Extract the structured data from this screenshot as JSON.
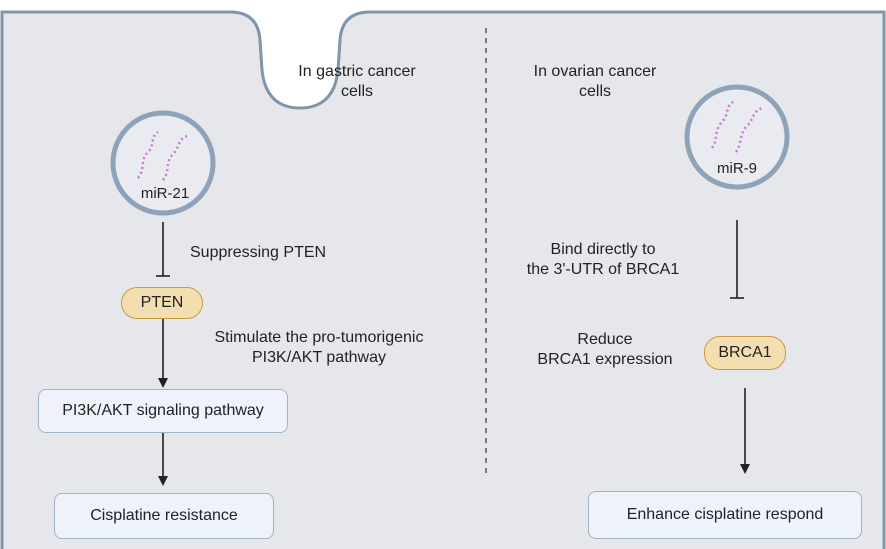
{
  "left_panel": {
    "heading_line1": "In gastric cancer",
    "heading_line2": "cells",
    "vesicle_label": "miR-21",
    "step1_label": "Suppressing PTEN",
    "pten_label": "PTEN",
    "step2_line1": "Stimulate the pro-tumorigenic",
    "step2_line2": "PI3K/AKT pathway",
    "pathway_box": "PI3K/AKT signaling pathway",
    "result_box": "Cisplatine resistance"
  },
  "right_panel": {
    "heading_line1": "In ovarian cancer",
    "heading_line2": "cells",
    "vesicle_label": "miR-9",
    "step1_line1": "Bind directly to",
    "step1_line2": "the 3'-UTR of BRCA1",
    "step2_line1": "Reduce",
    "step2_line2": "BRCA1 expression",
    "brca_label": "BRCA1",
    "result_box": "Enhance cisplatine respond"
  },
  "colors": {
    "background": "#e6e7eb",
    "membrane": "#7f95aa",
    "rna": "#c77ad0",
    "pill_fill": "#f3deb0",
    "box_fill": "#eef3fb"
  }
}
